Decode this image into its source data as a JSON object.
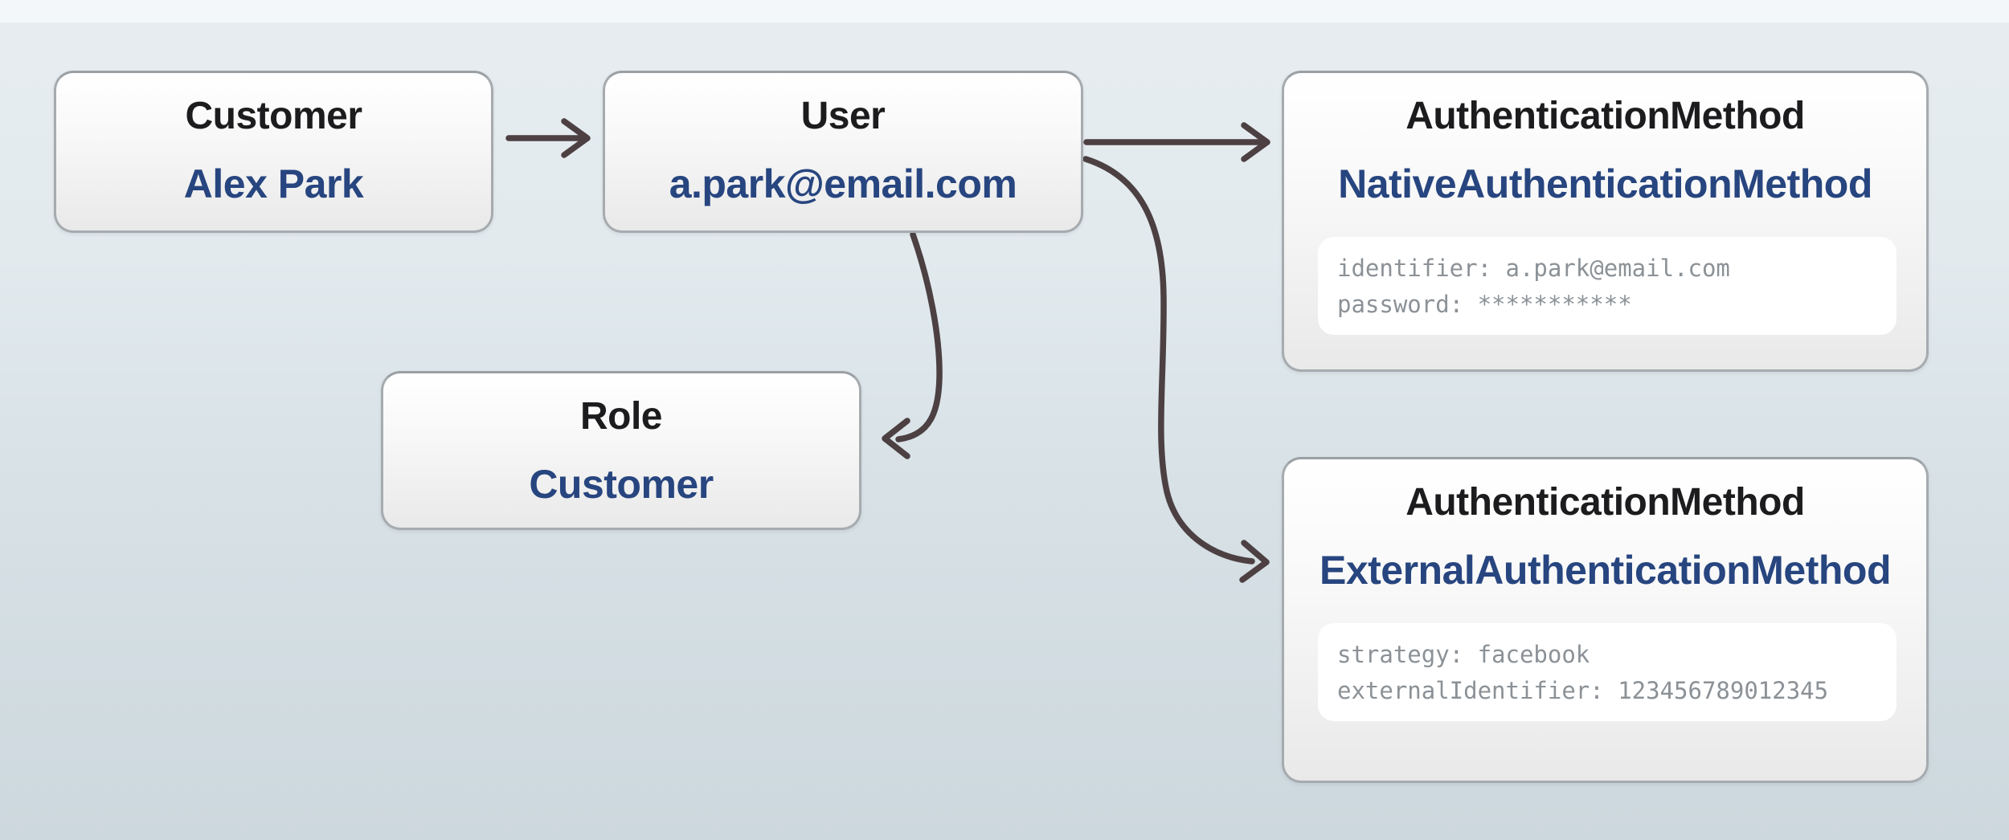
{
  "colors": {
    "accent_blue": "#27457f",
    "heading": "#1c1c1e",
    "arrow": "#4c4043",
    "mono_text": "#8b9196",
    "box_border": "#a6abaf",
    "panel_bg": "#ffffff"
  },
  "nodes": {
    "customer": {
      "title": "Customer",
      "value": "Alex Park"
    },
    "user": {
      "title": "User",
      "value": "a.park@email.com"
    },
    "role": {
      "title": "Role",
      "value": "Customer"
    },
    "native_auth": {
      "title": "AuthenticationMethod",
      "value": "NativeAuthenticationMethod",
      "fields": [
        "identifier: a.park@email.com",
        "password: ***********"
      ]
    },
    "external_auth": {
      "title": "AuthenticationMethod",
      "value": "ExternalAuthenticationMethod",
      "fields": [
        "strategy: facebook",
        "externalIdentifier: 123456789012345"
      ]
    }
  },
  "edges": [
    {
      "from": "customer",
      "to": "user"
    },
    {
      "from": "user",
      "to": "native_auth"
    },
    {
      "from": "user",
      "to": "external_auth"
    },
    {
      "from": "user",
      "to": "role"
    }
  ]
}
